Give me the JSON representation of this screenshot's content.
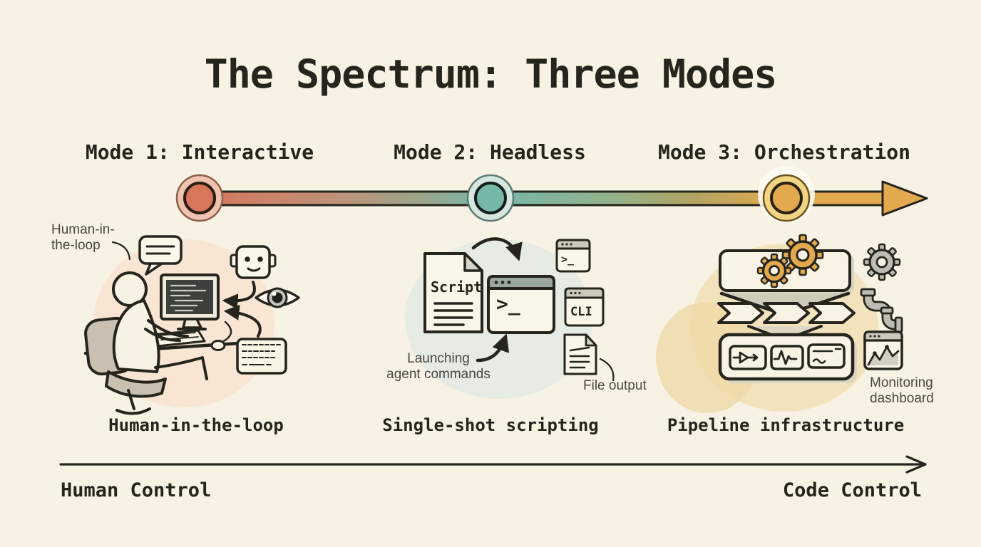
{
  "title": "The Spectrum: Three Modes",
  "modes": [
    {
      "label": "Mode 1: Interactive",
      "caption": "Human-in-the-loop"
    },
    {
      "label": "Mode 2: Headless",
      "caption": "Single-shot scripting"
    },
    {
      "label": "Mode 3: Orchestration",
      "caption": "Pipeline infrastructure"
    }
  ],
  "axis": {
    "left_label": "Human Control",
    "right_label": "Code Control"
  },
  "annotations": {
    "hitl": {
      "line1": "Human-in-",
      "line2": "the-loop"
    },
    "launching": {
      "line1": "Launching",
      "line2": "agent commands"
    },
    "file_output": "File output",
    "monitoring": {
      "line1": "Monitoring",
      "line2": "dashboard"
    }
  },
  "scene2_text": {
    "script_label": "Script",
    "terminal_prompt": ">_",
    "mini_terminal_prompt": ">_",
    "cli_label": "CLI"
  },
  "icons": [
    "speech-bubble-icon",
    "robot-icon",
    "eye-icon",
    "monitor-icon",
    "keyboard-icon",
    "script-document-icon",
    "terminal-window-icon",
    "mini-terminal-icon",
    "cli-window-icon",
    "file-icon",
    "gear-icon",
    "funnel-icon",
    "chevron-stage-icon",
    "pipe-icon",
    "monitoring-dashboard-icon"
  ],
  "colors": {
    "background": "#f7f2e3",
    "ink": "#26251d",
    "annotation_text": "#4b473e",
    "salmon": "#d8765c",
    "salmon_light": "#efc3b0",
    "teal": "#76b8aa",
    "teal_light": "#d7e7e0",
    "gold": "#e2a94f",
    "gold_light": "#f2d584",
    "blob_peach": "#f8e5d4",
    "blob_sage": "#e6ebe4",
    "blob_sand": "#f3e3bd",
    "titlebar_grey": "#9aa79c",
    "titlebar_light": "#cac9bc",
    "screen_dark": "#3e403b",
    "chair_grey": "#c9c0b2",
    "metal_grey": "#bdbdb4"
  }
}
